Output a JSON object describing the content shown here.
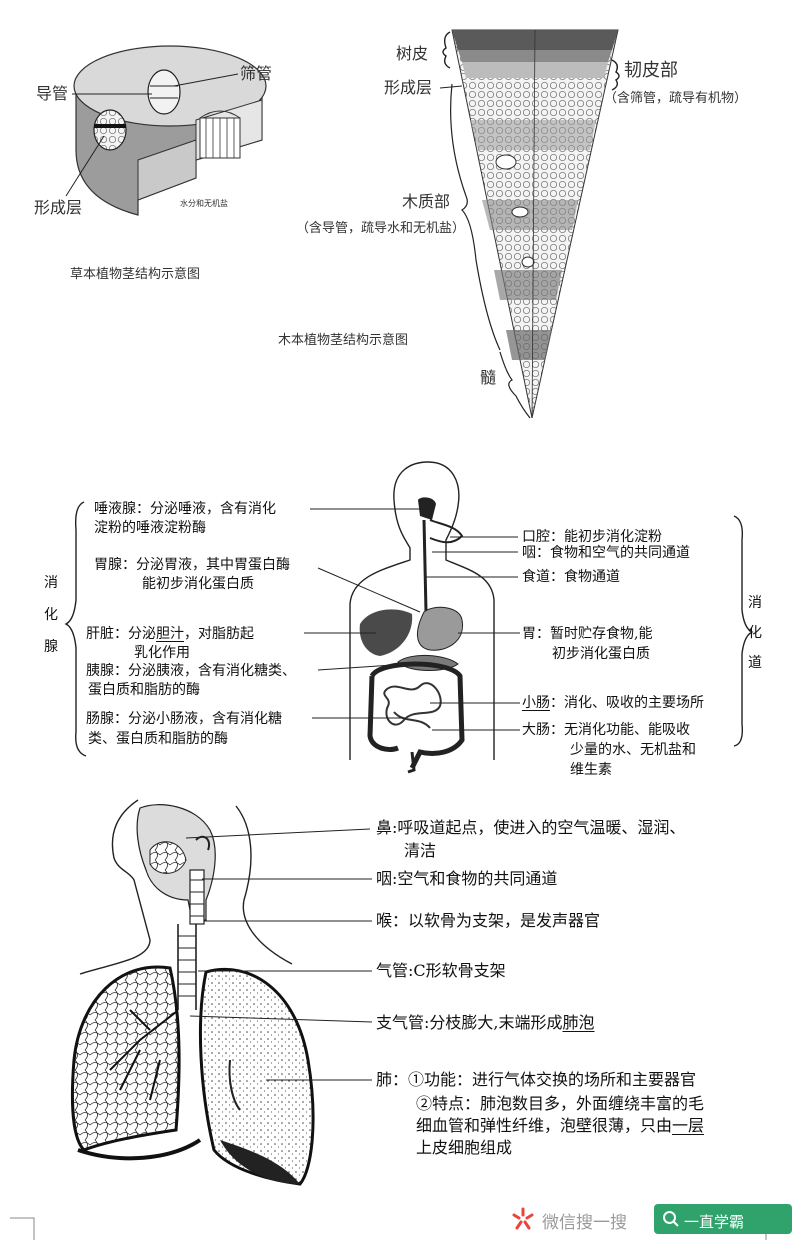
{
  "stem": {
    "herb": {
      "label_daoguan": "导管",
      "label_shaiguan": "筛管",
      "label_xingchengceng": "形成层",
      "label_shuifen": "水分和无机盐",
      "caption": "草本植物茎结构示意图"
    },
    "wood": {
      "label_shupi": "树皮",
      "label_xingchengceng": "形成层",
      "label_renpibu": "韧皮部",
      "label_renpibu_note": "（含筛管，疏导有机物）",
      "label_muzhibu": "木质部",
      "label_muzhibu_note": "（含导管，疏导水和无机盐）",
      "label_sui": "髓",
      "caption": "木本植物茎结构示意图"
    }
  },
  "digestive": {
    "left_group": [
      "消",
      "化",
      "腺"
    ],
    "right_group": [
      "消",
      "化",
      "道"
    ],
    "glands": [
      {
        "name": "唾液腺：",
        "lines": [
          "分泌唾液，含有消化",
          "淀粉的唾液淀粉酶"
        ]
      },
      {
        "name": "胃腺：",
        "lines": [
          "分泌胃液，其中胃蛋白酶",
          "能初步消化蛋白质"
        ]
      },
      {
        "name": "肝脏：",
        "lines_pre": "分泌",
        "lines_ul": "胆汁",
        "lines_post": "，对脂肪起",
        "line2": "乳化作用"
      },
      {
        "name": "胰腺：",
        "lines": [
          "分泌胰液，含有消化糖类、",
          "蛋白质和脂肪的酶"
        ]
      },
      {
        "name": "肠腺：",
        "lines": [
          "分泌小肠液，含有消化糖",
          "类、蛋白质和脂肪的酶"
        ]
      }
    ],
    "tract": [
      {
        "name": "口腔：",
        "lines": [
          "能初步消化淀粉"
        ]
      },
      {
        "name": "咽：",
        "lines": [
          "食物和空气的共同通道"
        ]
      },
      {
        "name": "食道：",
        "lines": [
          "食物通道"
        ]
      },
      {
        "name": "胃：",
        "lines": [
          "暂时贮存食物,能",
          "初步消化蛋白质"
        ]
      },
      {
        "name": "小肠",
        "sep": "：",
        "lines": [
          "消化、吸收的主要场所"
        ]
      },
      {
        "name": "大肠：",
        "lines": [
          "无消化功能、能吸收",
          "少量的水、无机盐和",
          "维生素"
        ]
      }
    ]
  },
  "respiratory": {
    "items": [
      {
        "name": "鼻",
        "lines": [
          ":呼吸道起点，使进入的空气温暖、湿润、",
          "清洁"
        ]
      },
      {
        "name": "咽",
        "lines": [
          ":空气和食物的共同通道"
        ]
      },
      {
        "name": "喉",
        "lines": [
          "：以软骨为支架，是发声器官"
        ]
      },
      {
        "name": "气管",
        "lines": [
          ":C形软骨支架"
        ]
      },
      {
        "name": "支气管",
        "lines_pre": ":分枝膨大,末端形成",
        "lines_ul": "肺泡"
      },
      {
        "name": "肺",
        "lines": [
          "：①功能：进行气体交换的场所和主要器官"
        ]
      }
    ],
    "lung_feature": {
      "line1": "②特点：肺泡数目多，外面缠绕丰富的毛",
      "line2_pre": "细血管和弹性纤维，泡壁很薄，只由",
      "line2_ul": "一层",
      "line3": "上皮细胞组成"
    }
  },
  "watermark": {
    "wechat_text": "微信搜一搜",
    "search_brand": "一直学霸",
    "colors": {
      "brand": "#2fa36b",
      "logo": "#e8453c"
    }
  }
}
